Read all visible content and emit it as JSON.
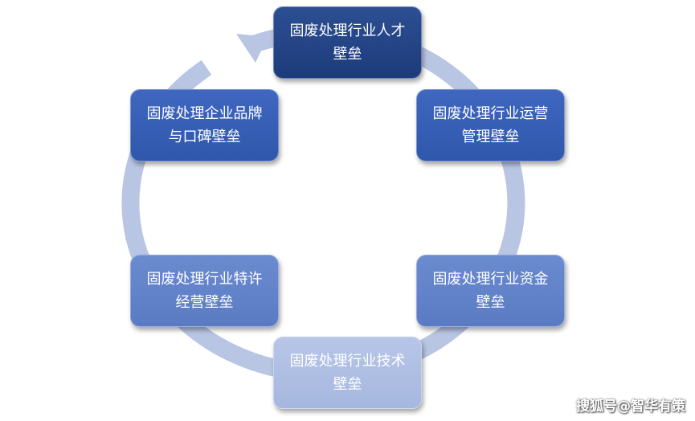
{
  "diagram": {
    "nodes": [
      {
        "line1": "固废处理行业人才",
        "line2": "壁垒"
      },
      {
        "line1": "固废处理行业运营",
        "line2": "管理壁垒"
      },
      {
        "line1": "固废处理行业资金",
        "line2": "壁垒"
      },
      {
        "line1": "固废处理行业技术",
        "line2": "壁垒"
      },
      {
        "line1": "固废处理行业特许",
        "line2": "经营壁垒"
      },
      {
        "line1": "固废处理企业品牌",
        "line2": "与口碑壁垒"
      }
    ],
    "ring_color": "#b8c5e3"
  },
  "watermark": "搜狐号@智华有策"
}
